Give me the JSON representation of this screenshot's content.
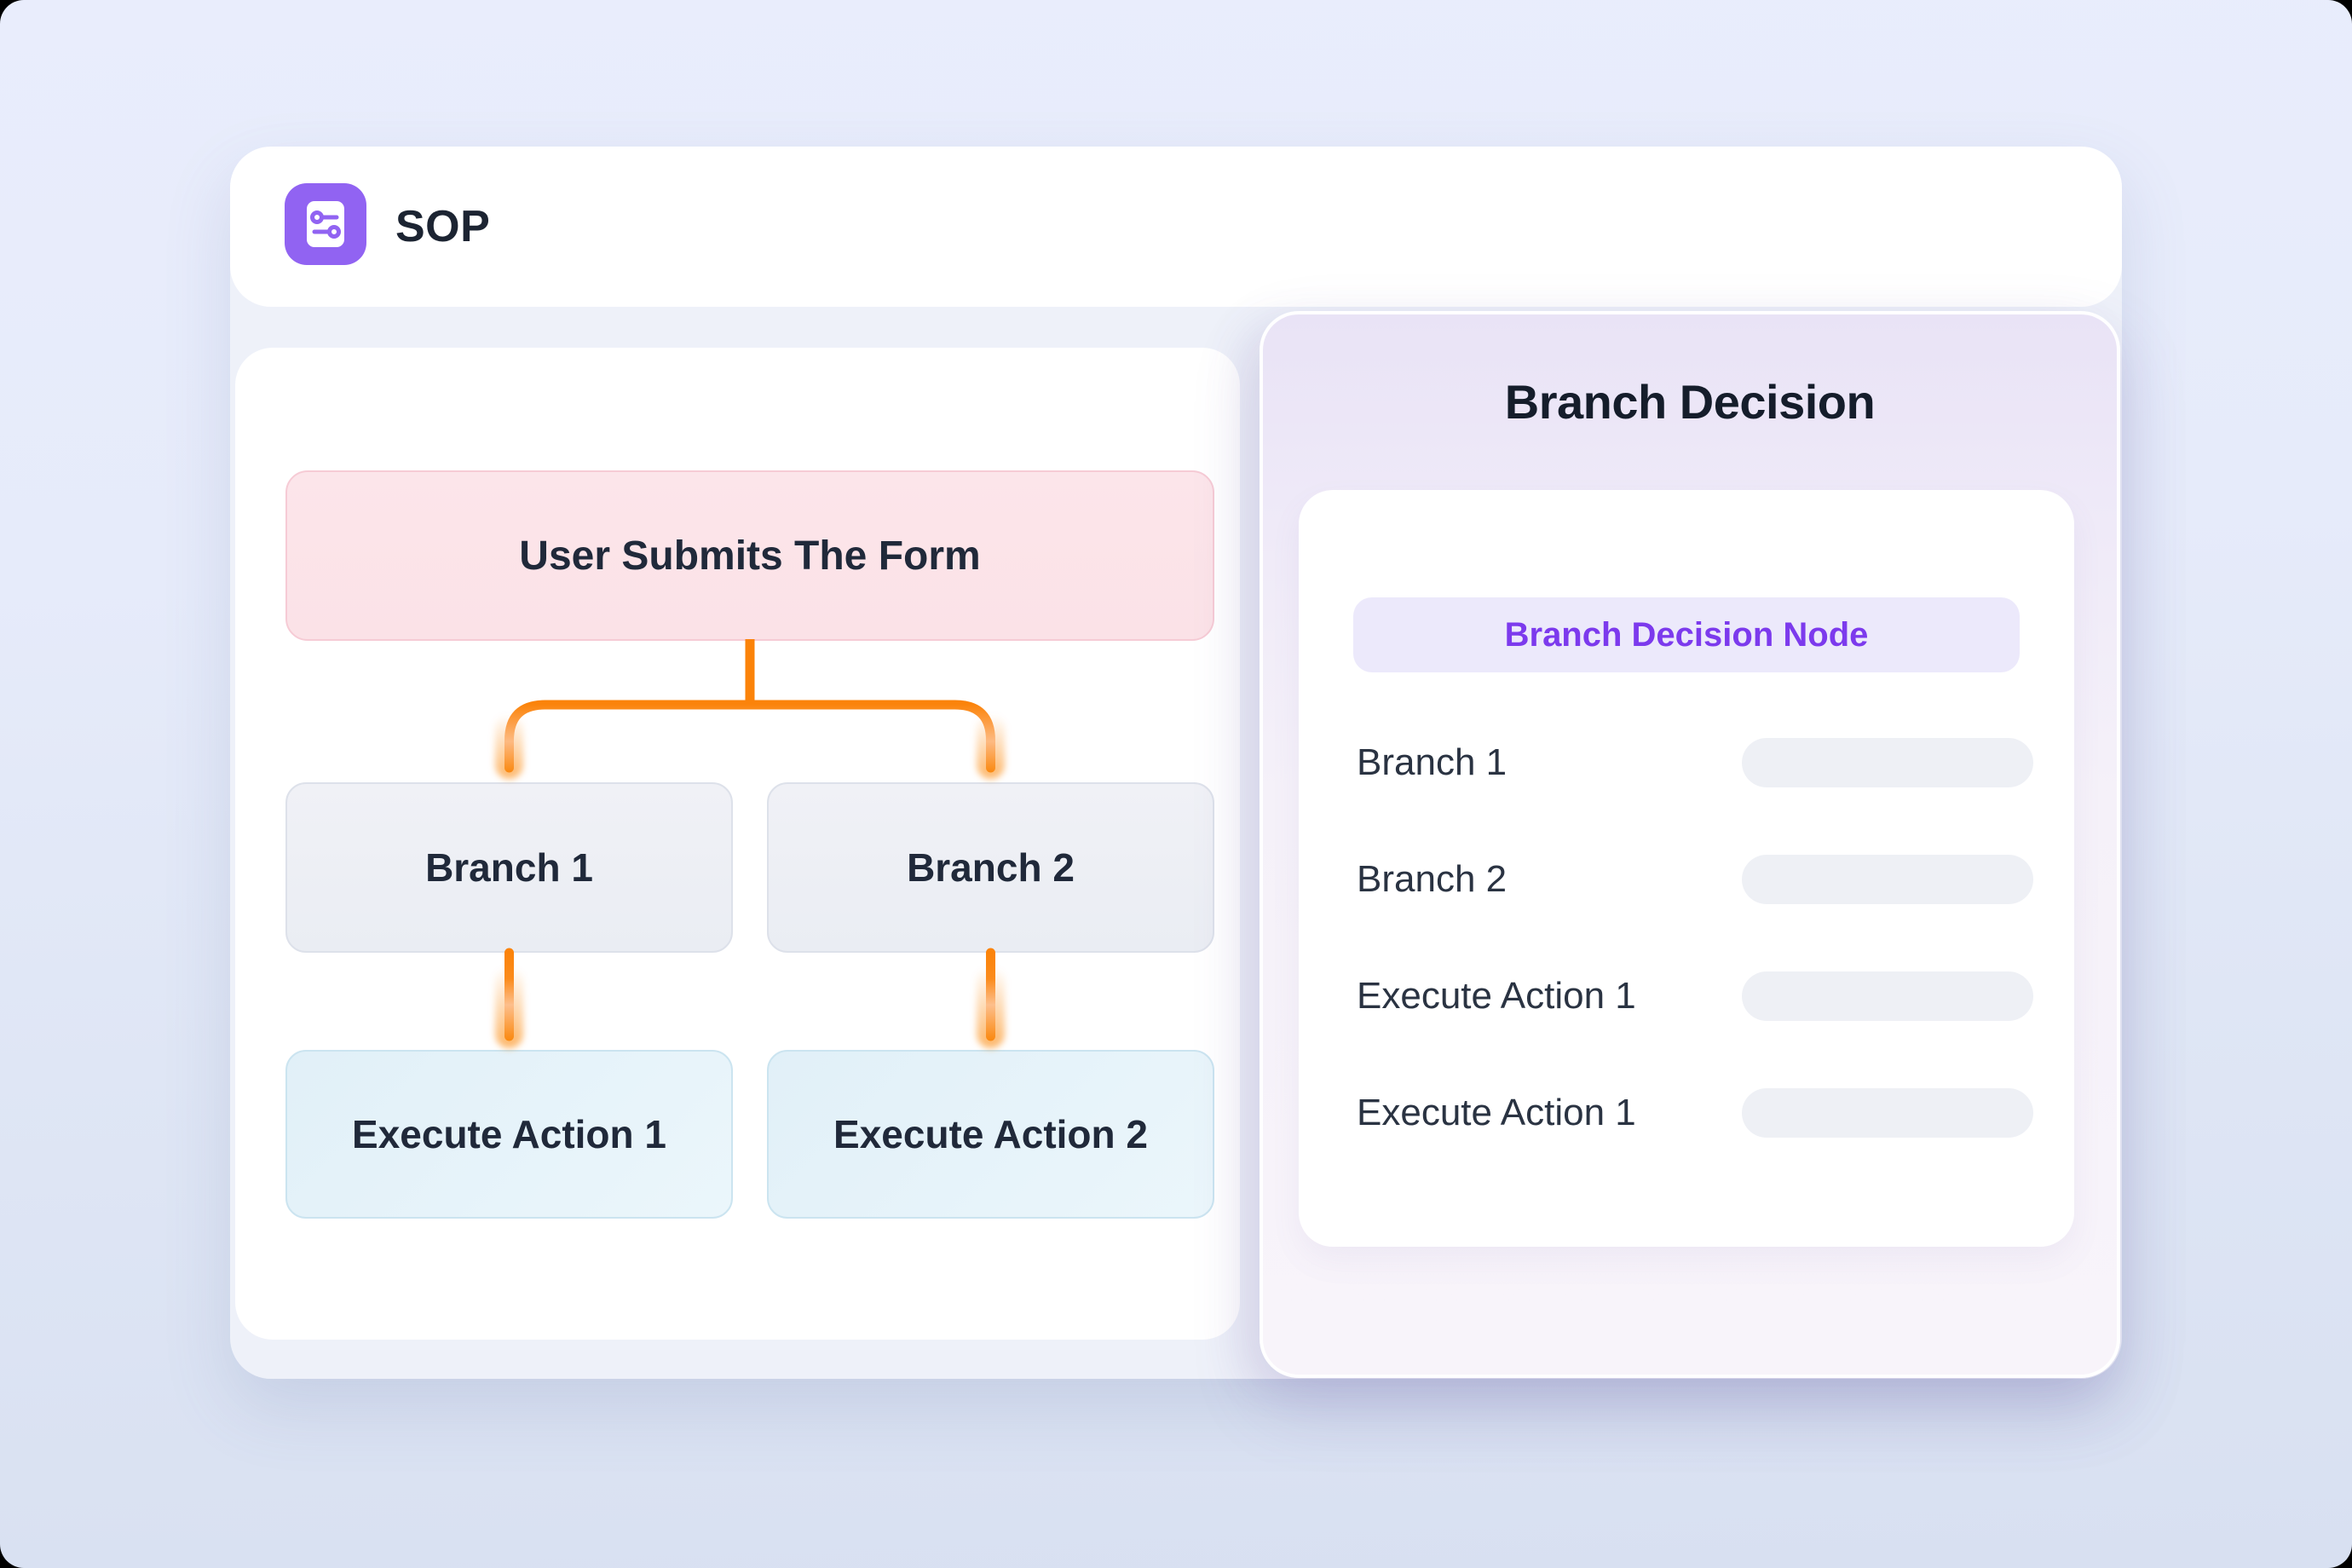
{
  "app": {
    "title": "SOP",
    "icon": "sliders-icon"
  },
  "flowchart": {
    "root_label": "User Submits The Form",
    "branch1_label": "Branch 1",
    "branch2_label": "Branch 2",
    "action1_label": "Execute Action 1",
    "action2_label": "Execute Action 2"
  },
  "panel": {
    "title": "Branch Decision",
    "node_badge": "Branch Decision Node",
    "rows": [
      {
        "label": "Branch 1"
      },
      {
        "label": "Branch 2"
      },
      {
        "label": "Execute Action 1"
      },
      {
        "label": "Execute Action 1"
      }
    ]
  },
  "colors": {
    "accent_orange": "#FB830A",
    "brand_purple": "#9163F2",
    "badge_text_purple": "#7C3AED",
    "badge_bg_purple": "#ECE9FB",
    "node_pink_bg": "#FBE2E7",
    "node_gray_bg": "#EDEFF4",
    "node_blue_bg": "#E5F2F9",
    "placeholder_gray": "#EEF0F5",
    "panel_lavender": "#E9E3F6",
    "page_background": "#E7EBFA"
  }
}
